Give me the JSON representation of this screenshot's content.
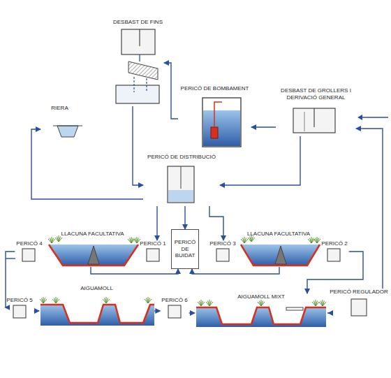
{
  "diagram": {
    "nodes": [
      {
        "text": [
          "DESBAST DE FINS"
        ]
      },
      {
        "text": [
          "PERICÓ DE BOMBAMENT"
        ]
      },
      {
        "text": [
          "DESBAST DE GROLLERS I DERIVACIÓ GENERAL"
        ]
      },
      {
        "text": [
          "RIERA"
        ]
      },
      {
        "text": [
          "PERICÓ DE DISTRIBUCIÓ"
        ]
      },
      {
        "text": [
          "PERICÓ 4"
        ]
      },
      {
        "text": [
          "LLACUNA FACULTATIVA"
        ]
      },
      {
        "text": [
          "PERICÓ 1"
        ]
      },
      {
        "text": [
          "PERICÓ DE BUIDAT"
        ]
      },
      {
        "text": [
          "PERICÓ 3"
        ]
      },
      {
        "text": [
          "LLACUNA FACULTATIVA"
        ]
      },
      {
        "text": [
          "PERICÓ 2"
        ]
      },
      {
        "text": [
          "PERICÓ 5"
        ]
      },
      {
        "text": [
          "AIGUAMOLL"
        ]
      },
      {
        "text": [
          "PERICÓ 6"
        ]
      },
      {
        "text": [
          "AIGUAMOLL MIXT"
        ]
      },
      {
        "text": [
          "PERICÓ REGULADOR"
        ]
      }
    ],
    "edges": [
      {
        "from": 2,
        "to": 1,
        "arrow": "to"
      },
      {
        "from": 1,
        "to": 0,
        "arrow": "to"
      },
      {
        "from": 0,
        "to": 4,
        "arrow": "to"
      },
      {
        "from": 2,
        "to": 4,
        "arrow": "to"
      },
      {
        "from": 4,
        "to": 3,
        "arrow": "to"
      },
      {
        "from": 4,
        "to": 7,
        "arrow": "to"
      },
      {
        "from": 4,
        "to": 9,
        "arrow": "to"
      },
      {
        "from": 4,
        "to": 8,
        "arrow": "to"
      },
      {
        "from": 5,
        "to": 12,
        "arrow": "to"
      },
      {
        "from": 12,
        "to": 13,
        "arrow": "to"
      },
      {
        "from": 13,
        "to": 14,
        "arrow": "to"
      },
      {
        "from": 14,
        "to": 15,
        "arrow": "to"
      },
      {
        "from": 15,
        "to": 16,
        "arrow": "to"
      },
      {
        "from": 16,
        "to": 2,
        "arrow": "to"
      },
      {
        "from": 11,
        "to": 15,
        "arrow": "to"
      },
      {
        "from": 6,
        "to": 8,
        "arrow": "to"
      },
      {
        "from": 10,
        "to": 8,
        "arrow": "to"
      }
    ]
  }
}
